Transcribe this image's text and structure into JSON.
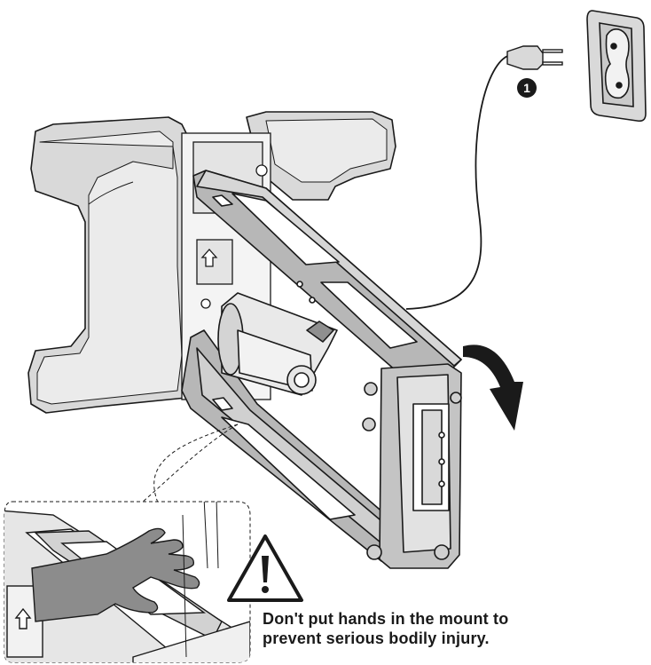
{
  "step": {
    "number": "1"
  },
  "warning": {
    "line1": "Don't put hands in the mount to",
    "line2": "prevent serious bodily injury."
  },
  "colors": {
    "line": "#1a1a1a",
    "metal": "#b7b7b7",
    "metal_dark": "#8f8f8f",
    "metal_light": "#d6d6d6",
    "hand": "#8c8c8c",
    "panel": "#e8e8e8"
  },
  "icons": [
    "power-plug-icon",
    "wall-outlet-icon",
    "rotate-arrow-icon",
    "warning-triangle-icon",
    "up-arrow-icon"
  ]
}
